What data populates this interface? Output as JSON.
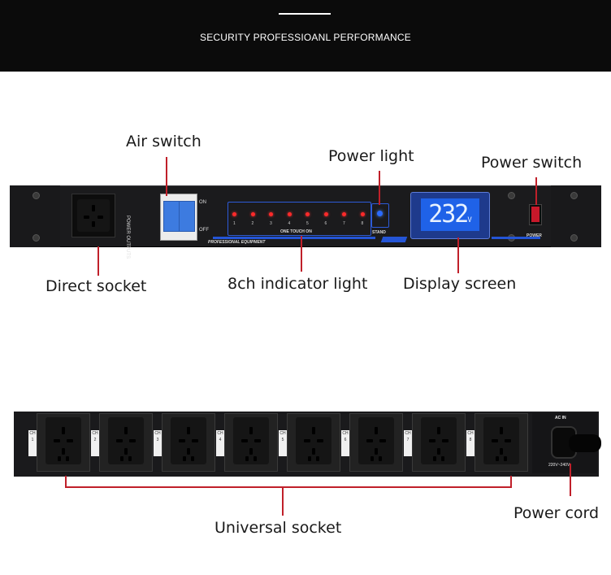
{
  "banner": {
    "title": "SECURITY PROFESSIOANL PERFORMANCE"
  },
  "labels": {
    "air_switch": "Air switch",
    "power_light": "Power light",
    "power_switch": "Power switch",
    "direct_socket": "Direct socket",
    "indicator_light": "8ch indicator light",
    "display_screen": "Display screen",
    "universal_socket": "Universal socket",
    "power_cord": "Power cord"
  },
  "front_panel": {
    "breaker_side_text": "POWER OUTPUTS",
    "breaker_on": "ON",
    "breaker_off": "OFF",
    "channels": [
      "1",
      "2",
      "3",
      "4",
      "5",
      "6",
      "7",
      "8"
    ],
    "one_touch": "ONE TOUCH ON",
    "professional": "PROFESSIONAL EQUIPMENT",
    "stand": "STAND",
    "voltage_reading": "232",
    "voltage_unit": "V",
    "power_label": "POWER",
    "accent_color": "#2455d6",
    "led_color": "#ff2a2a",
    "label_line_color": "#c0202a"
  },
  "rear_panel": {
    "channel_tags": [
      "CH 1",
      "CH 2",
      "CH 3",
      "CH 4",
      "CH 5",
      "CH 6",
      "CH 7",
      "CH 8"
    ],
    "ac_in": "AC IN",
    "voltage_range": "220V~240V"
  }
}
